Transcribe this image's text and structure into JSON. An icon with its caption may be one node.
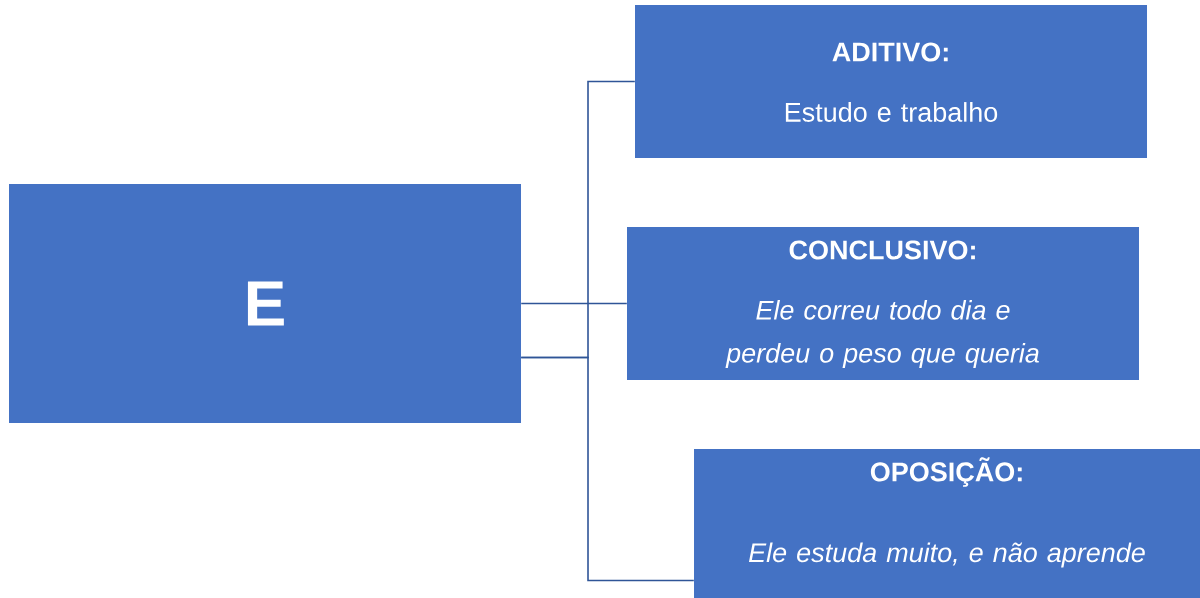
{
  "diagram": {
    "nodes": [
      {
        "text": [
          "E"
        ]
      },
      {
        "text": [
          "ADITIVO:",
          "Estudo e trabalho"
        ]
      },
      {
        "text": [
          "CONCLUSIVO:",
          "Ele correu todo dia e perdeu o peso que queria"
        ]
      },
      {
        "text": [
          "OPOSIÇÃO:",
          "Ele estuda muito, e não aprende"
        ]
      }
    ],
    "edges": [
      {
        "from": 0,
        "to": 1,
        "arrow": "none"
      },
      {
        "from": 0,
        "to": 2,
        "arrow": "none"
      },
      {
        "from": 0,
        "to": 3,
        "arrow": "none"
      }
    ]
  }
}
